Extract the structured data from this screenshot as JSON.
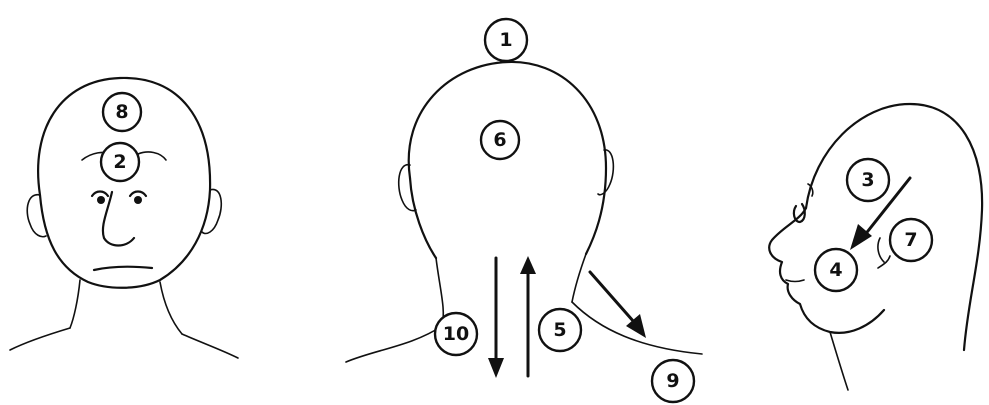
{
  "figures": [
    {
      "name": "front-view",
      "points": [
        {
          "id": "point-8",
          "label": "8"
        },
        {
          "id": "point-2",
          "label": "2"
        }
      ]
    },
    {
      "name": "back-view",
      "points": [
        {
          "id": "point-1",
          "label": "1"
        },
        {
          "id": "point-6",
          "label": "6"
        },
        {
          "id": "point-10",
          "label": "10"
        },
        {
          "id": "point-5",
          "label": "5"
        },
        {
          "id": "point-9",
          "label": "9"
        }
      ]
    },
    {
      "name": "side-view",
      "points": [
        {
          "id": "point-3",
          "label": "3"
        },
        {
          "id": "point-7",
          "label": "7"
        },
        {
          "id": "point-4",
          "label": "4"
        }
      ]
    }
  ],
  "colors": {
    "ink": "#111111",
    "background": "#ffffff"
  }
}
